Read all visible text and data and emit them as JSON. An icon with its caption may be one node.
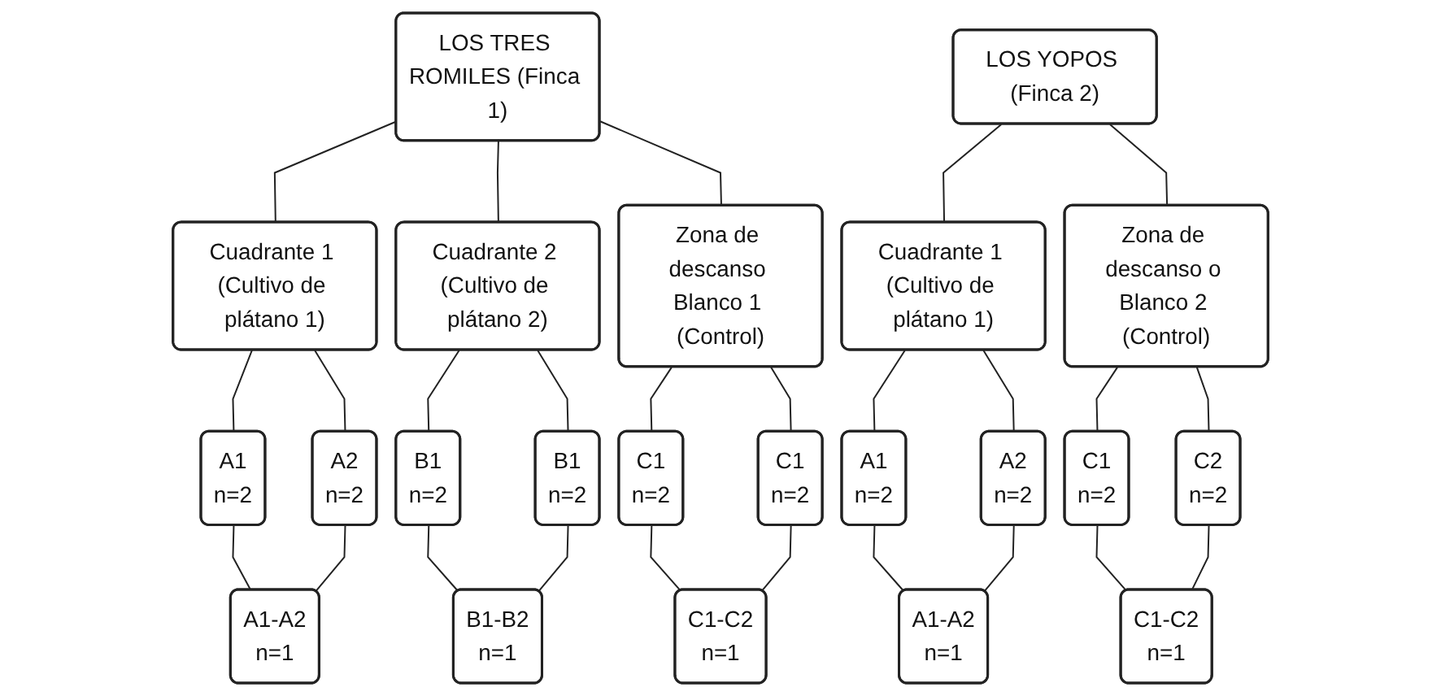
{
  "diagram": {
    "nodes": [
      {
        "text": [
          "LOS TRES ROMILES (Finca 1)"
        ]
      },
      {
        "text": [
          "LOS YOPOS (Finca 2)"
        ]
      },
      {
        "text": [
          "Cuadrante 1 (Cultivo de plátano 1)"
        ]
      },
      {
        "text": [
          "Cuadrante 2 (Cultivo de plátano 2)"
        ]
      },
      {
        "text": [
          "Zona de descanso Blanco 1 (Control)"
        ]
      },
      {
        "text": [
          "Cuadrante 1 (Cultivo de plátano 1)"
        ]
      },
      {
        "text": [
          "Zona de descanso o Blanco 2 (Control)"
        ]
      },
      {
        "text": [
          "A1",
          "n=2"
        ]
      },
      {
        "text": [
          "A2",
          "n=2"
        ]
      },
      {
        "text": [
          "B1",
          "n=2"
        ]
      },
      {
        "text": [
          "B1",
          "n=2"
        ]
      },
      {
        "text": [
          "C1",
          "n=2"
        ]
      },
      {
        "text": [
          "C1",
          "n=2"
        ]
      },
      {
        "text": [
          "A1",
          "n=2"
        ]
      },
      {
        "text": [
          "A2",
          "n=2"
        ]
      },
      {
        "text": [
          "C1",
          "n=2"
        ]
      },
      {
        "text": [
          "C2",
          "n=2"
        ]
      },
      {
        "text": [
          "A1-A2",
          "n=1"
        ]
      },
      {
        "text": [
          "B1-B2",
          "n=1"
        ]
      },
      {
        "text": [
          "C1-C2",
          "n=1"
        ]
      },
      {
        "text": [
          "A1-A2",
          "n=1"
        ]
      },
      {
        "text": [
          "C1-C2",
          "n=1"
        ]
      }
    ],
    "edges": [
      {
        "from": 0,
        "to": 2,
        "arrow": "none"
      },
      {
        "from": 0,
        "to": 3,
        "arrow": "none"
      },
      {
        "from": 0,
        "to": 4,
        "arrow": "none"
      },
      {
        "from": 1,
        "to": 5,
        "arrow": "none"
      },
      {
        "from": 1,
        "to": 6,
        "arrow": "none"
      },
      {
        "from": 2,
        "to": 7,
        "arrow": "none"
      },
      {
        "from": 2,
        "to": 8,
        "arrow": "none"
      },
      {
        "from": 3,
        "to": 9,
        "arrow": "none"
      },
      {
        "from": 3,
        "to": 10,
        "arrow": "none"
      },
      {
        "from": 4,
        "to": 11,
        "arrow": "none"
      },
      {
        "from": 4,
        "to": 12,
        "arrow": "none"
      },
      {
        "from": 5,
        "to": 13,
        "arrow": "none"
      },
      {
        "from": 5,
        "to": 14,
        "arrow": "none"
      },
      {
        "from": 6,
        "to": 15,
        "arrow": "none"
      },
      {
        "from": 6,
        "to": 16,
        "arrow": "none"
      },
      {
        "from": 7,
        "to": 17,
        "arrow": "none"
      },
      {
        "from": 8,
        "to": 17,
        "arrow": "none"
      },
      {
        "from": 9,
        "to": 18,
        "arrow": "none"
      },
      {
        "from": 10,
        "to": 18,
        "arrow": "none"
      },
      {
        "from": 11,
        "to": 19,
        "arrow": "none"
      },
      {
        "from": 12,
        "to": 19,
        "arrow": "none"
      },
      {
        "from": 13,
        "to": 20,
        "arrow": "none"
      },
      {
        "from": 14,
        "to": 20,
        "arrow": "none"
      },
      {
        "from": 15,
        "to": 21,
        "arrow": "none"
      },
      {
        "from": 16,
        "to": 21,
        "arrow": "none"
      }
    ]
  }
}
